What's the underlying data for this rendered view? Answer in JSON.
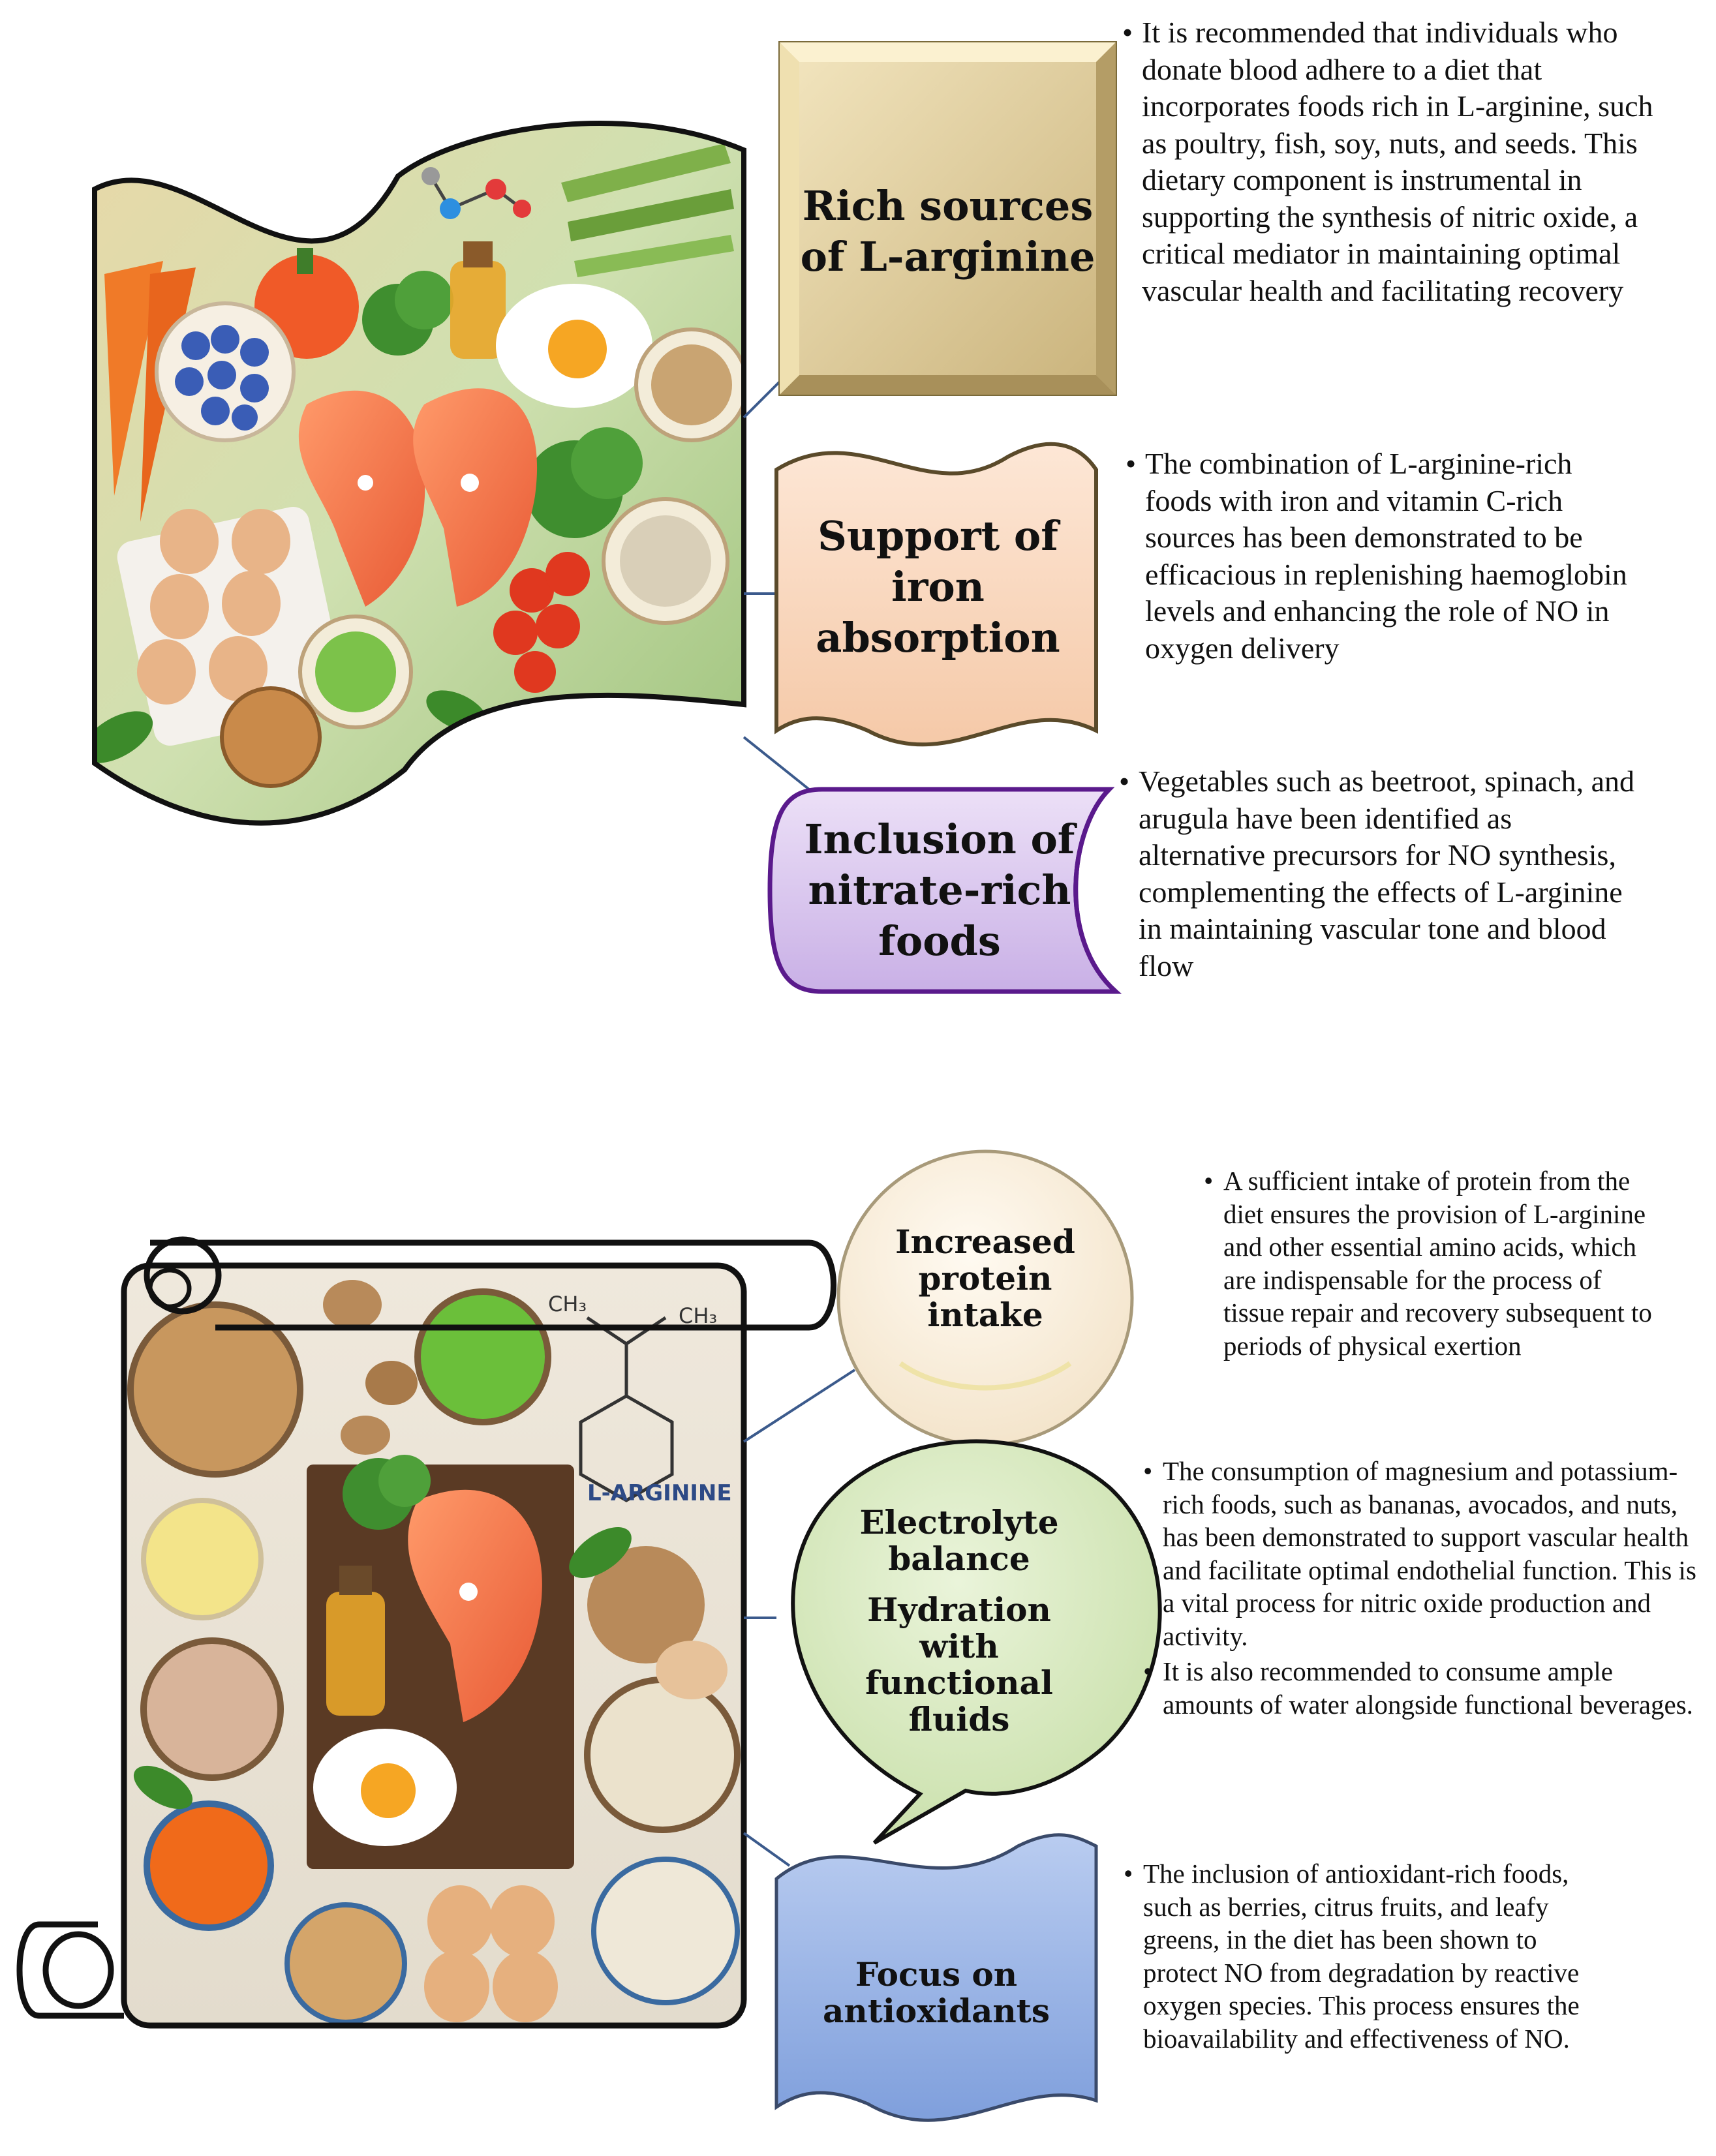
{
  "top_section": {
    "card1": {
      "label": "Rich sources of L-arginine",
      "color": "#E8D7A5",
      "text": "It is recommended that individuals who donate blood adhere to a diet that incorporates foods rich in L-arginine, such as poultry, fish, soy, nuts, and seeds. This dietary component is instrumental in supporting the synthesis of nitric oxide, a critical mediator in maintaining optimal vascular health and facilitating recovery"
    },
    "card2": {
      "label": "Support of iron absorption",
      "color": "#FAD8C0",
      "text": "The combination of L-arginine-rich foods with iron and vitamin C-rich sources has been demonstrated to be efficacious in replenishing haemoglobin levels and enhancing the role of NO in oxygen delivery"
    },
    "card3": {
      "label": "Inclusion of nitrate-rich foods",
      "color": "#D9C5EE",
      "text": "Vegetables such as beetroot, spinach, and arugula have been identified as alternative precursors for NO synthesis, complementing the effects of L-arginine in maintaining vascular tone and blood flow"
    }
  },
  "bottom_section": {
    "image_label": "L-ARGININE",
    "card4": {
      "label": "Increased protein intake",
      "color": "#FBF1E2",
      "text": "A sufficient intake of protein from the diet ensures the provision of L-arginine and other essential amino acids, which are indispensable for the process of tissue repair and recovery subsequent to periods of physical exertion"
    },
    "card5": {
      "label_1": "Electrolyte balance",
      "label_2": "Hydration with functional fluids",
      "color": "#DCEBC6",
      "text_1": "The consumption of magnesium and potassium-rich foods, such as bananas, avocados, and nuts, has been demonstrated to support vascular health and facilitate optimal endothelial function. This is a vital process for nitric oxide production and activity.",
      "text_2": "It is also recommended to consume ample amounts of water alongside functional beverages."
    },
    "card6": {
      "label": "Focus on antioxidants",
      "color": "#9DB7E4",
      "text": "The inclusion of antioxidant-rich foods, such as berries, citrus fruits, and leafy greens, in the diet has been shown to protect NO from degradation by reactive oxygen species. This process ensures the bioavailability and effectiveness of NO."
    }
  }
}
